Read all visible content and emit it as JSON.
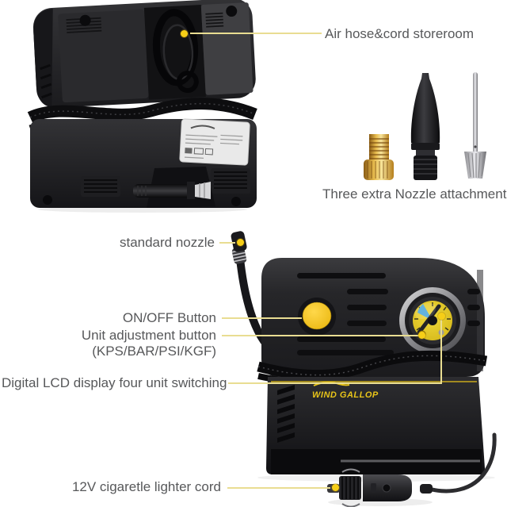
{
  "page": {
    "background": "#ffffff",
    "description": "Portable tire inflator product callout infographic"
  },
  "colors": {
    "leader_line": "#e9dd92",
    "callout_dot": "#f6ce17",
    "label_text": "#57585a",
    "brand_yellow": "#e8c419",
    "button_yellow": "#f2c51d",
    "gauge_face_yellow": "#e4ca28",
    "gauge_zone_blue": "#4aa6d8",
    "brass_nozzle": "#d8a835",
    "device_body_black": "#202022"
  },
  "product": {
    "brand": "WIND GALLOP"
  },
  "callouts": {
    "air_hose": {
      "label": "Air hose&cord storeroom"
    },
    "nozzles": {
      "label": "Three extra Nozzle attachment"
    },
    "standard_nozzle": {
      "label": "standard nozzle"
    },
    "on_off": {
      "label": "ON/OFF Button"
    },
    "unit_adjustment": {
      "label": "Unit adjustment button",
      "sublabel": "(KPS/BAR/PSI/KGF)"
    },
    "lcd_display": {
      "label": "Digital LCD display four unit switching"
    },
    "lighter_cord": {
      "label": "12V cigaretle lighter cord"
    }
  }
}
